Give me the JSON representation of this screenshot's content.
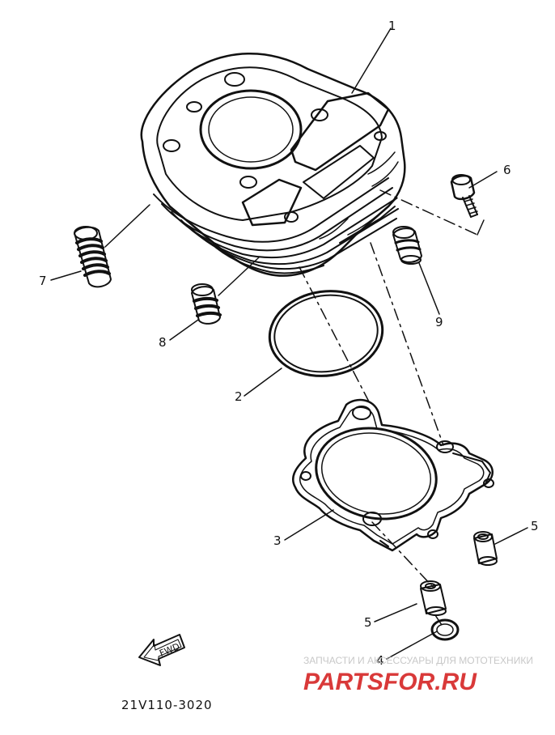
{
  "diagram": {
    "callouts": [
      {
        "id": "part-1",
        "label": "1"
      },
      {
        "id": "part-2",
        "label": "2"
      },
      {
        "id": "part-3",
        "label": "3"
      },
      {
        "id": "part-4",
        "label": "4"
      },
      {
        "id": "part-5a",
        "label": "5"
      },
      {
        "id": "part-5b",
        "label": "5"
      },
      {
        "id": "part-6",
        "label": "6"
      },
      {
        "id": "part-7",
        "label": "7"
      },
      {
        "id": "part-8",
        "label": "8"
      },
      {
        "id": "part-9",
        "label": "9"
      }
    ],
    "fwd_label": "FWD",
    "drawing_code": "21V110-3020"
  },
  "watermark": {
    "tagline": "ЗАПЧАСТИ И АКСЕССУАРЫ ДЛЯ МОТОТЕХНИКИ",
    "brand": "PARTSFOR.RU",
    "color": "#d93939"
  }
}
